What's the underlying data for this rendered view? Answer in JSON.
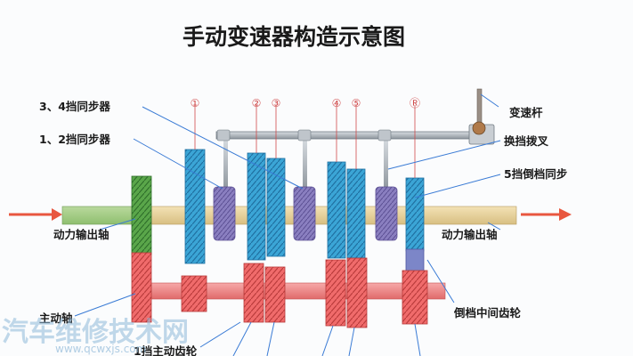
{
  "title": "手动变速器构造示意图",
  "gear_numbers": [
    "①",
    "②",
    "③",
    "④",
    "⑤",
    "Ⓡ"
  ],
  "labels": {
    "sync34": "3、4挡同步器",
    "sync12": "1、2挡同步器",
    "shift_lever": "变速杆",
    "shift_fork": "换挡拨叉",
    "sync5r": "5挡倒档同步",
    "input_shaft_left": "动力输出轴",
    "output_shaft_right": "动力输出轴",
    "drive_shaft": "主动轴",
    "reverse_idler": "倒档中间齿轮",
    "gear1_drive": "1挡主动齿轮"
  },
  "watermark": {
    "text": "汽车维修技术网",
    "url": "www.qcwxjs.com"
  },
  "colors": {
    "gear_blue": "#3ba5d6",
    "gear_red": "#f06b6b",
    "gear_green": "#5aa64a",
    "sync_purple": "#8a7fc0",
    "shaft_tan": "#e6cf96",
    "arrow_red": "#e8573f",
    "leader_blue": "#3a7bd5"
  }
}
